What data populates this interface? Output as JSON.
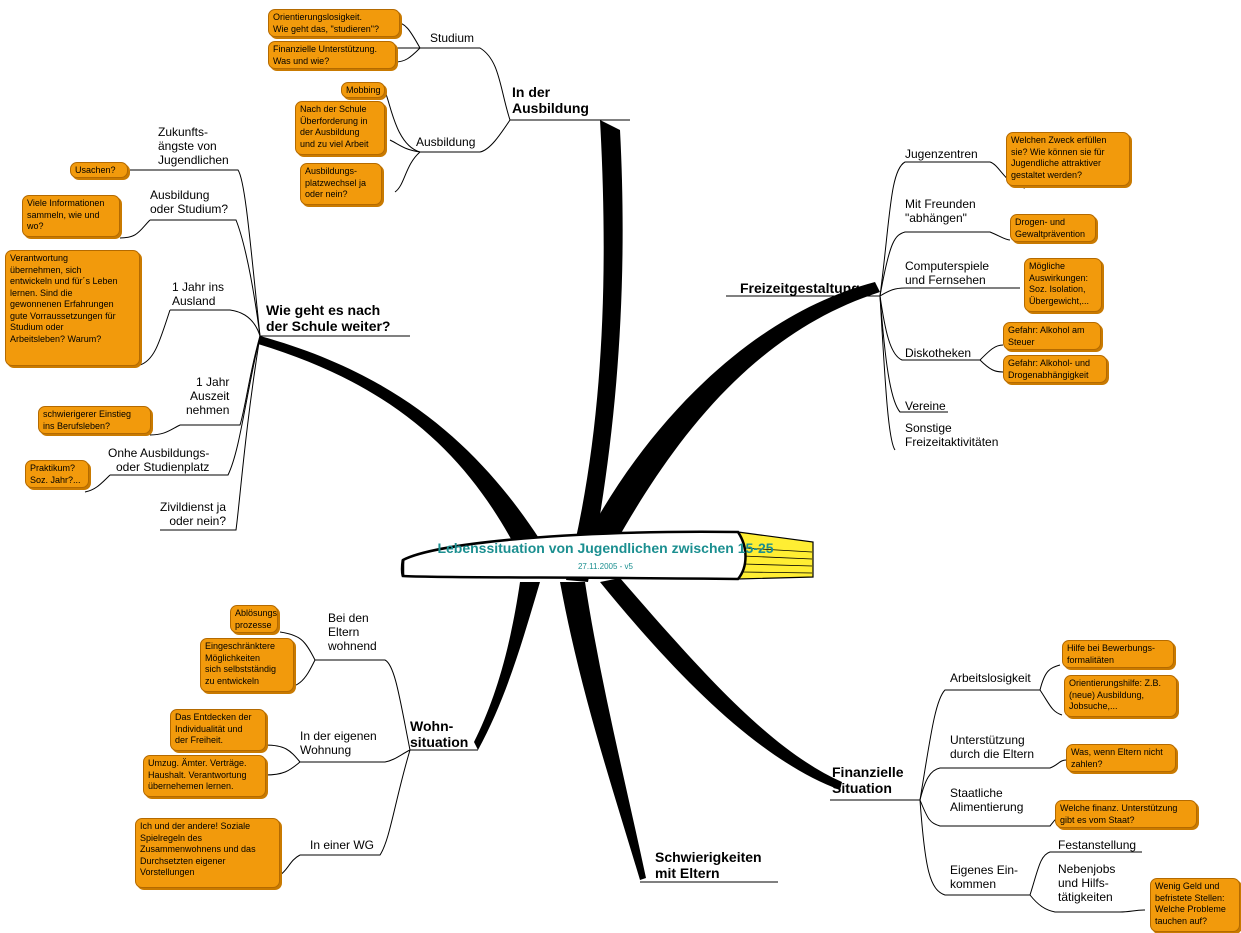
{
  "center": {
    "title": "Lebenssituation von Jugendlichen zwischen 15-25",
    "date": "27.11.2005 - v5"
  },
  "branches": {
    "ausbildung": {
      "title_l1": "In der",
      "title_l2": "Ausbildung",
      "studium": "Studium",
      "studium_notes": [
        "Orientierungslosigkeit.\nWie geht das, \"studieren\"?",
        "Finanzielle Unterstützung.\nWas und wie?"
      ],
      "ausbildung": "Ausbildung",
      "ausbildung_notes": [
        "Mobbing",
        "Nach der Schule\nÜberforderung in\nder Ausbildung\nund zu viel Arbeit",
        "Ausbildungs-\nplatzwechsel ja\noder nein?"
      ]
    },
    "schule": {
      "title_l1": "Wie geht es nach",
      "title_l2": "der Schule weiter?",
      "zukunft": "Zukunfts-\nängste von\nJugendlichen",
      "zukunft_note": "Usachen?",
      "ausbildung_studium": "Ausbildung\noder Studium?",
      "ausbildung_studium_note": "Viele Informationen\nsammeln, wie und\nwo?",
      "ausland": "1 Jahr ins\nAusland",
      "ausland_note": "Verantwortung\nübernehmen, sich\nentwickeln und für´s Leben\nlernen. Sind die\ngewonnenen Erfahrungen\ngute Vorraussetzungen für\nStudium oder\nArbeitsleben? Warum?",
      "auszeit": "1 Jahr\nAuszeit\nnehmen",
      "auszeit_note": "schwierigerer Einstieg\nins Berufsleben?",
      "ohne": "Onhe Ausbildungs-\noder Studienplatz",
      "ohne_note": "Praktikum?\nSoz. Jahr?...",
      "zivildienst": "Zivildienst ja\noder nein?"
    },
    "freizeit": {
      "title": "Freizeitgestaltung",
      "jugendzentren": "Jugenzentren",
      "jugendzentren_note": "Welchen Zweck erfüllen\nsie? Wie können sie für\nJugendliche attraktiver\ngestaltet werden?",
      "freunde": "Mit Freunden\n\"abhängen\"",
      "freunde_note": "Drogen- und\nGewaltprävention",
      "computer": "Computerspiele\nund Fernsehen",
      "computer_note": "Mögliche\nAuswirkungen:\nSoz. Isolation,\nÜbergewicht,...",
      "disko": "Diskotheken",
      "disko_notes": [
        "Gefahr: Alkohol am\nSteuer",
        "Gefahr: Alkohol- und\nDrogenabhängigkeit"
      ],
      "vereine": "Vereine",
      "sonstige": "Sonstige\nFreizeitaktivitäten"
    },
    "wohn": {
      "title_l1": "Wohn-",
      "title_l2": "situation",
      "eltern": "Bei den\nEltern\nwohnend",
      "eltern_notes": [
        "Ablösungs-\nprozesse",
        "Eingeschränktere\nMöglichkeiten\nsich selbstständig\nzu entwickeln"
      ],
      "eigene": "In der eigenen\nWohnung",
      "eigene_notes": [
        "Das Entdecken der\nIndividualität und\nder Freiheit.",
        "Umzug. Ämter. Verträge.\nHaushalt. Verantwortung\nübernehemen lernen."
      ],
      "wg": "In einer WG",
      "wg_note": "Ich und der andere! Soziale\nSpielregeln des\nZusammenwohnens und das\nDurchsetzten eigener\nVorstellungen"
    },
    "schwierig": {
      "title_l1": "Schwierigkeiten",
      "title_l2": "mit Eltern"
    },
    "finanz": {
      "title_l1": "Finanzielle",
      "title_l2": "Situation",
      "arbeit": "Arbeitslosigkeit",
      "arbeit_notes": [
        "Hilfe bei Bewerbungs-\nformalitäten",
        "Orientierungshilfe: Z.B.\n(neue) Ausbildung,\nJobsuche,..."
      ],
      "unterstuetzung": "Unterstützung\ndurch die Eltern",
      "unterstuetzung_note": "Was, wenn Eltern nicht\nzahlen?",
      "staatlich": "Staatliche\nAlimentierung",
      "staatlich_note": "Welche finanz. Unterstützung\ngibt es vom Staat?",
      "eigenes": "Eigenes Ein-\nkommen",
      "festanstellung": "Festanstellung",
      "nebenjobs": "Nebenjobs\nund Hilfs-\ntätigkeiten",
      "nebenjobs_note": "Wenig Geld und\nbefristete Stellen:\nWelche Probleme\ntauchen auf?"
    }
  },
  "colors": {
    "note_fill": "#f29a0c",
    "title_teal": "#1b8f90",
    "book_yellow": "#ffee33",
    "branch": "#000000"
  }
}
